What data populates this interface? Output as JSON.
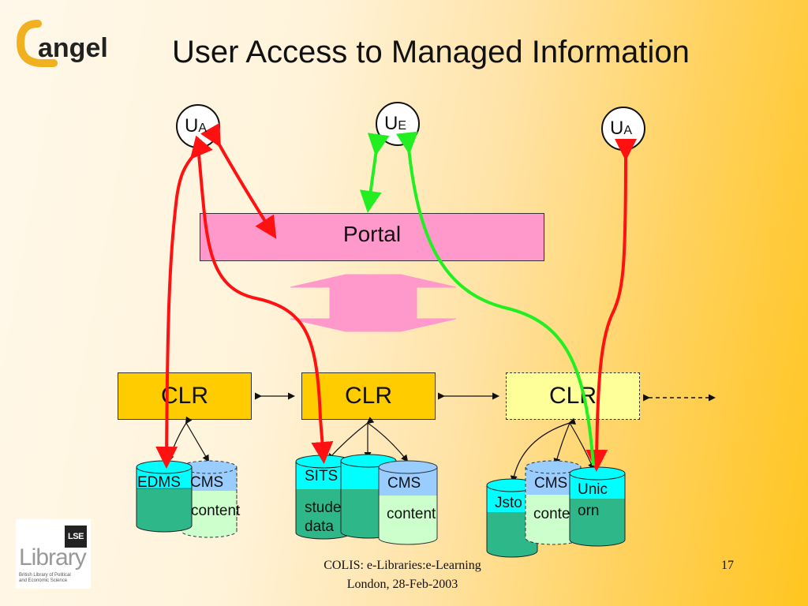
{
  "slide": {
    "title": "User Access to Managed Information",
    "page_number": "17",
    "footer_line1": "COLIS: e-Libraries:e-Learning",
    "footer_line2": "London, 28-Feb-2003"
  },
  "logos": {
    "angel_text": "angel",
    "lse_badge": "LSE",
    "lse_word": "Library",
    "lse_caption_line1": "British Library of Political",
    "lse_caption_line2": "and Economic Science"
  },
  "users": [
    {
      "letter": "U",
      "sub": "A"
    },
    {
      "letter": "U",
      "sub": "E"
    },
    {
      "letter": "U",
      "sub": "A"
    }
  ],
  "portal": {
    "label": "Portal"
  },
  "clrs": [
    {
      "label": "CLR"
    },
    {
      "label": "CLR"
    },
    {
      "label": "CLR"
    }
  ],
  "stores": {
    "edms": "EDMS",
    "cms1": "CMS",
    "content1": "content",
    "sits": "SITS",
    "student_line1": "stude",
    "student_line2": "data",
    "cms2": "CMS",
    "content2": "content",
    "jstor": "Jsto",
    "cms3": "CMS",
    "content3": "conte",
    "unicorn_line1": "Unic",
    "unicorn_line2": "orn"
  },
  "colors": {
    "user_arrow": "#ff1111",
    "portal_arrow": "#22ee22",
    "portal_fill": "#ff99cc",
    "clr_fill": "#ffcc00",
    "clr_remote_fill": "#ffff99",
    "db_teal": "#2eb88a",
    "db_cyan": "#00ffff",
    "db_light": "#ccffcc",
    "db_blue": "#99ccff"
  }
}
